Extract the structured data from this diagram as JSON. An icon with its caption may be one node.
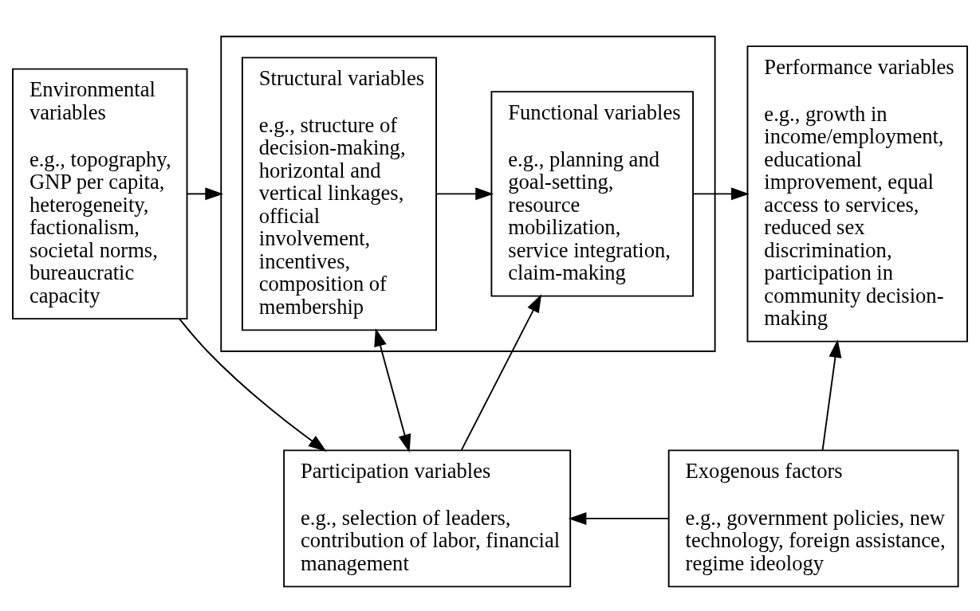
{
  "diagram": {
    "nodes": [
      {
        "text": [
          "Environmental variables",
          "e.g., topography, GNP per capita, heterogeneity, factionalism, societal norms, bureaucratic capacity"
        ]
      },
      {
        "text": [],
        "shape": "box"
      },
      {
        "text": [
          "Structural variables",
          "e.g., structure of decision-making, horizontal and vertical linkages, official involvement, incentives, composition of membership"
        ],
        "in": 1
      },
      {
        "text": [
          "Functional variables",
          "e.g., planning and goal-setting, resource mobilization, service integration, claim-making"
        ],
        "in": 1
      },
      {
        "text": [
          "Performance variables",
          "e.g., growth in income/employment, educational improvement, equal access to services, reduced sex discrimination, participation in community decision-making"
        ]
      },
      {
        "text": [
          "Participation variables",
          "e.g., selection of leaders, contribution of labor, financial management"
        ]
      },
      {
        "text": [
          "Exogenous factors",
          "e.g., government policies, new technology, foreign assistance, regime ideology"
        ]
      }
    ],
    "edges": [
      {
        "from": 0,
        "to": 1,
        "arrow": "to"
      },
      {
        "from": 2,
        "to": 3,
        "arrow": "to"
      },
      {
        "from": 3,
        "to": 4,
        "arrow": "to"
      },
      {
        "from": 0,
        "to": 5,
        "arrow": "to"
      },
      {
        "from": 2,
        "to": 5,
        "arrow": "both"
      },
      {
        "from": 5,
        "to": 3,
        "arrow": "to"
      },
      {
        "from": 6,
        "to": 4,
        "arrow": "to"
      },
      {
        "from": 6,
        "to": 5,
        "arrow": "to"
      }
    ]
  }
}
